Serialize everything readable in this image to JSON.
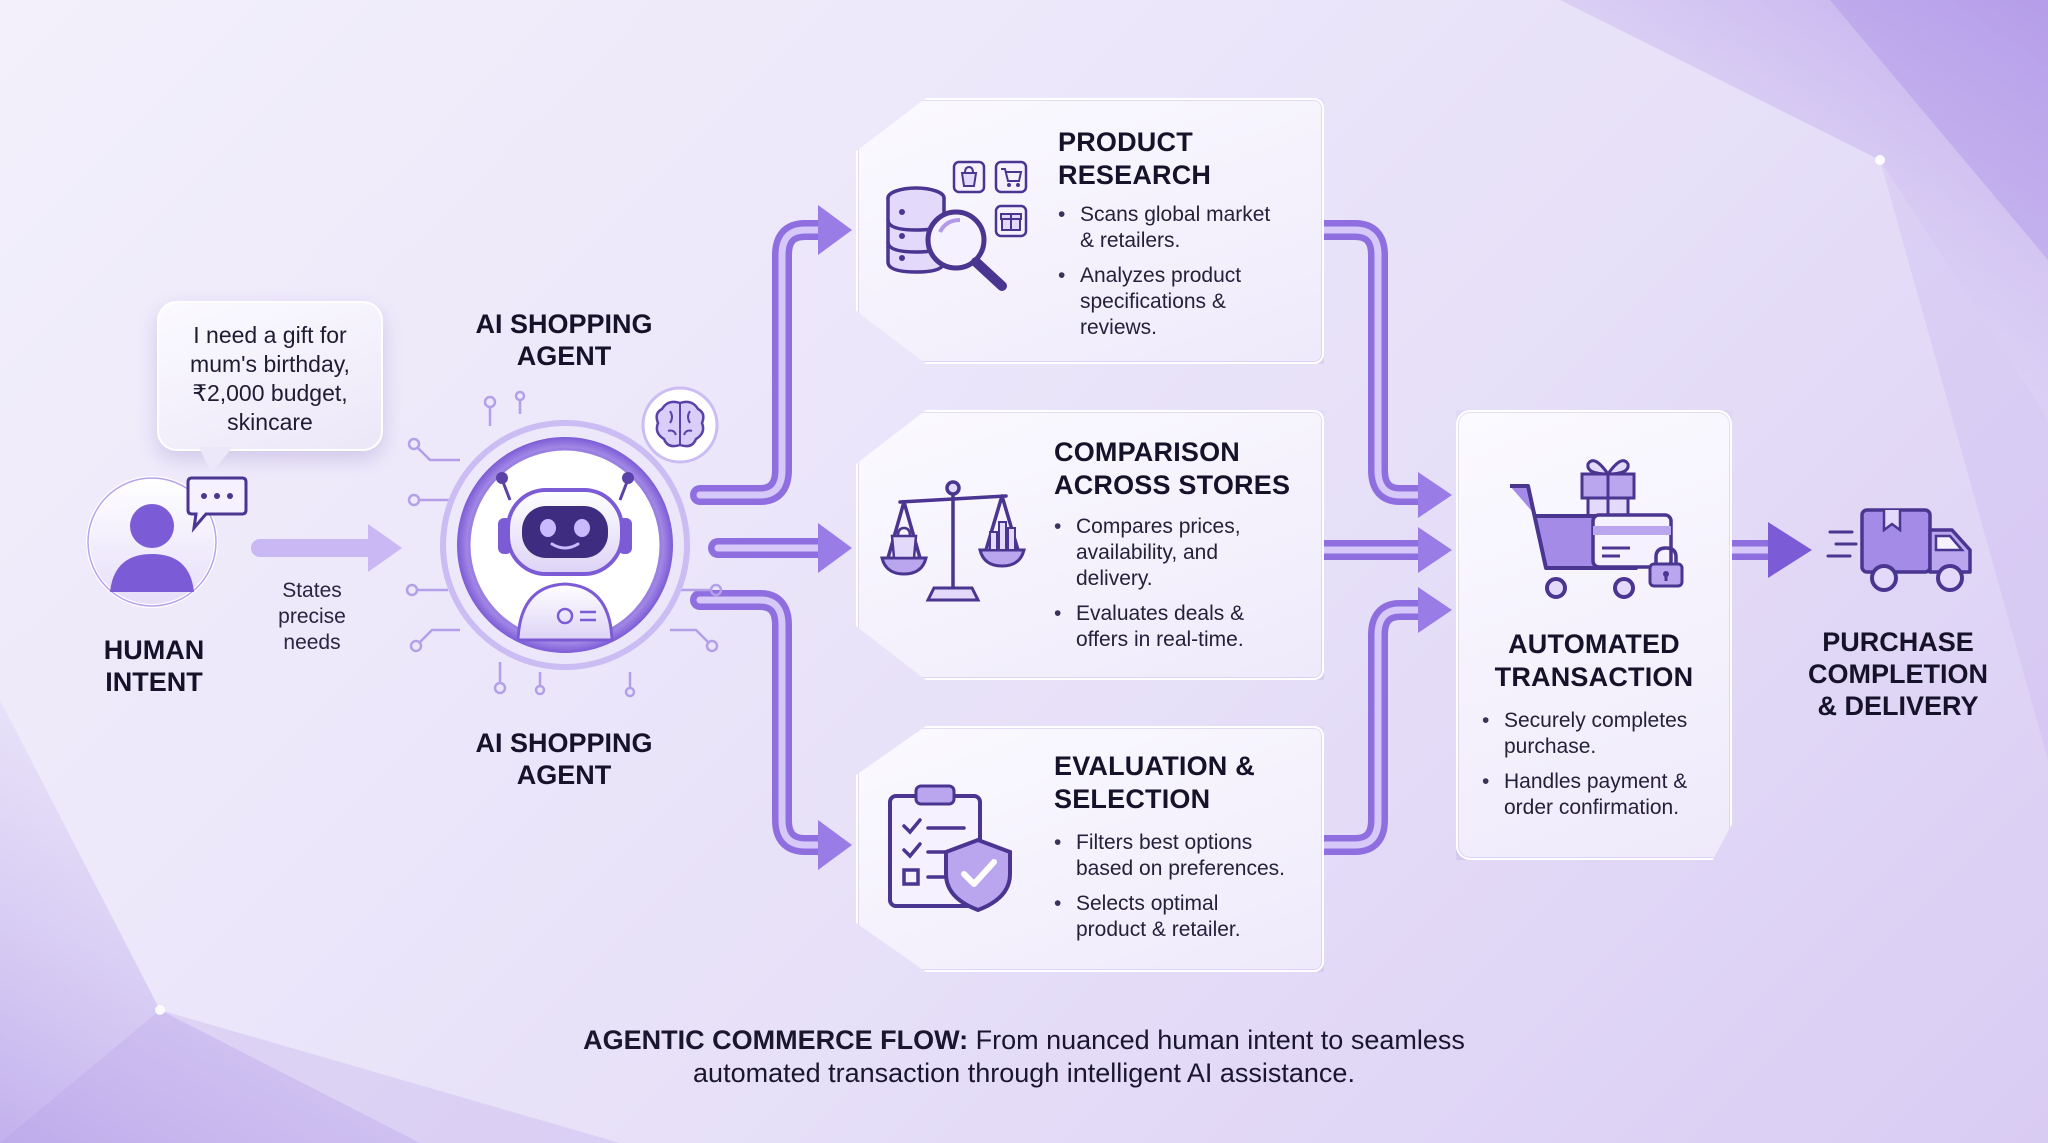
{
  "human": {
    "speech": "I need a gift for\nmum's birthday,\n₹2,000 budget,\nskincare",
    "states": "States\nprecise\nneeds",
    "label": "HUMAN\nINTENT"
  },
  "agent": {
    "label_top": "AI SHOPPING\nAGENT",
    "label_bottom": "AI SHOPPING\nAGENT"
  },
  "research": {
    "title": "PRODUCT\nRESEARCH",
    "bullets": [
      "Scans global market\n& retailers.",
      "Analyzes product\nspecifications &\nreviews."
    ]
  },
  "compare": {
    "title": "COMPARISON\nACROSS STORES",
    "bullets": [
      "Compares prices,\navailability, and\ndelivery.",
      "Evaluates deals &\noffers in real-time."
    ]
  },
  "evaluate": {
    "title": "EVALUATION &\nSELECTION",
    "bullets": [
      "Filters best options\nbased on preferences.",
      "Selects optimal\nproduct & retailer."
    ]
  },
  "transaction": {
    "title": "AUTOMATED\nTRANSACTION",
    "bullets": [
      "Securely completes\npurchase.",
      "Handles payment &\norder confirmation."
    ]
  },
  "delivery": {
    "label": "PURCHASE\nCOMPLETION\n& DELIVERY"
  },
  "caption": {
    "bold": "AGENTIC COMMERCE FLOW:",
    "line1": "From nuanced human intent to seamless",
    "line2": "automated transaction through intelligent AI assistance."
  },
  "colors": {
    "accent": "#7c5cd6",
    "accent_dark": "#4a3591",
    "accent_light": "#b9a6ee"
  },
  "icons": [
    "user-icon",
    "chat-bubble-icon",
    "robot-icon",
    "brain-icon",
    "database-search-icon",
    "shopping-bag-icon",
    "cart-icon",
    "gift-icon",
    "scale-icon",
    "clipboard-check-icon",
    "shield-check-icon",
    "shopping-cart-gift-icon",
    "credit-card-icon",
    "lock-icon",
    "delivery-truck-icon"
  ]
}
